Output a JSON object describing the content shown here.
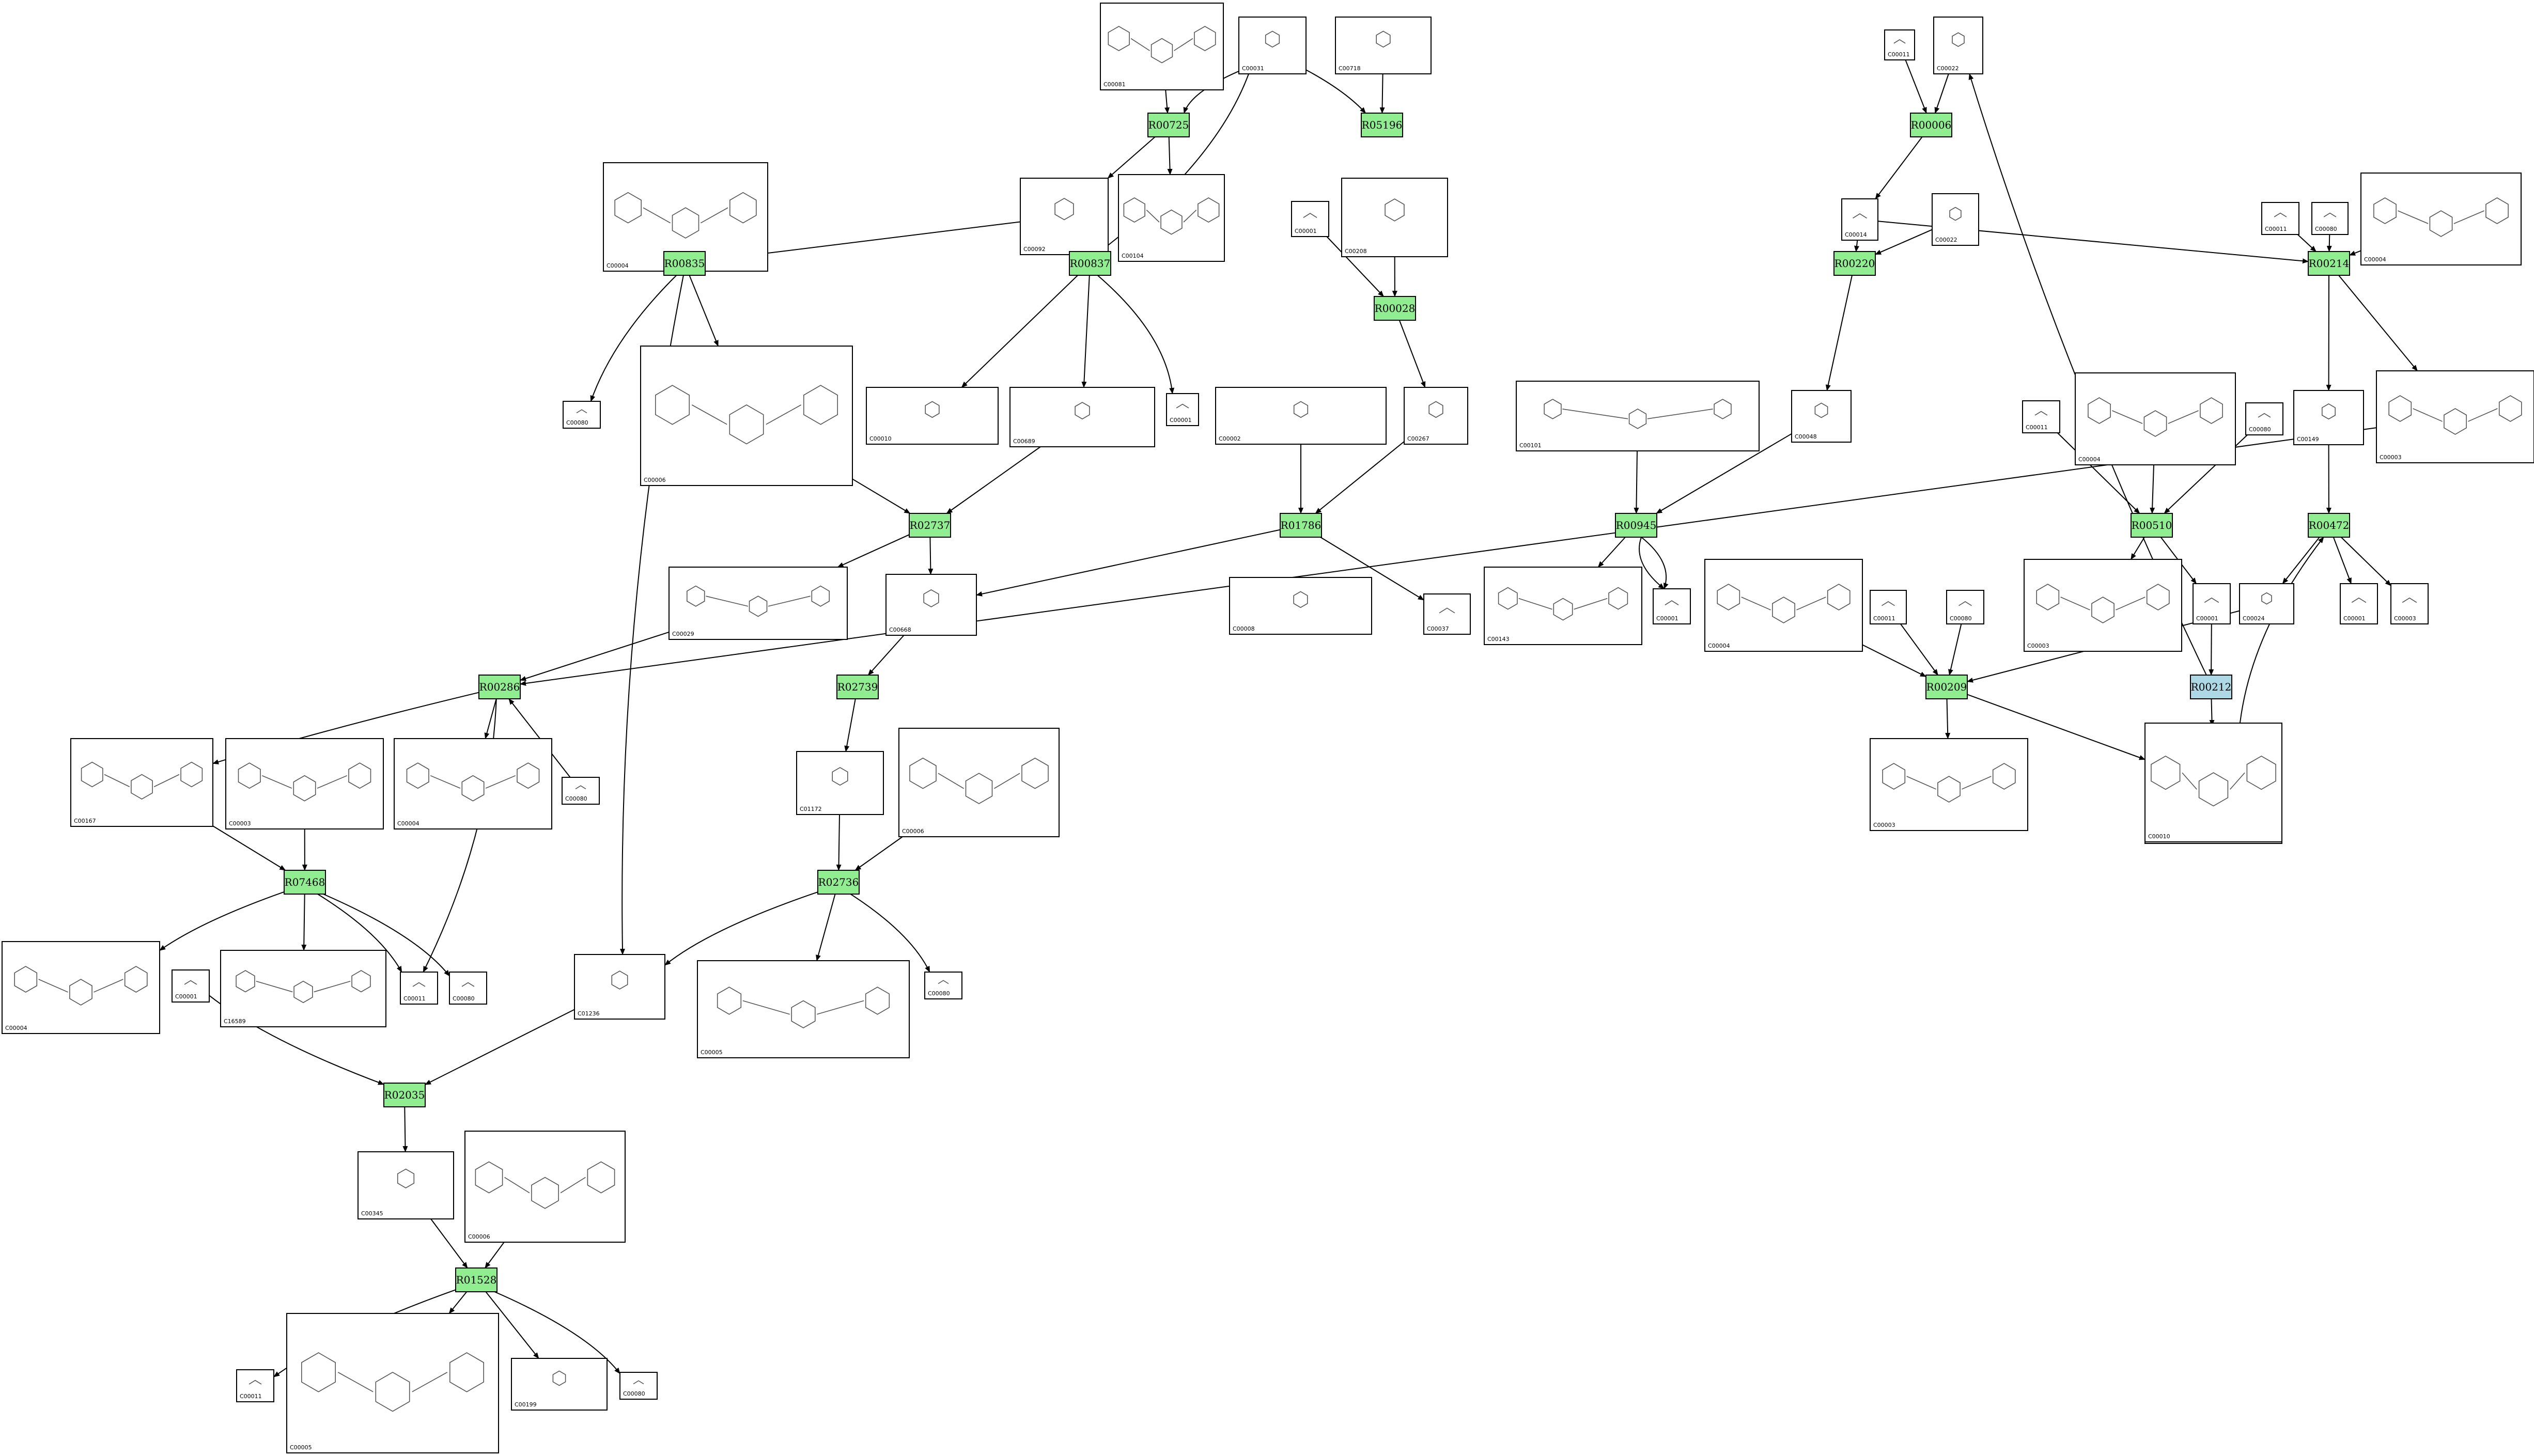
{
  "diagram": {
    "colors": {
      "reaction_fill": "#90ee90",
      "reaction_highlight_fill": "#add8e6",
      "edge": "#000000",
      "box_stroke": "#000000"
    },
    "reactions": [
      {
        "id": "R00725",
        "highlight": false
      },
      {
        "id": "R05196",
        "highlight": false
      },
      {
        "id": "R00006",
        "highlight": false
      },
      {
        "id": "R00835",
        "highlight": false
      },
      {
        "id": "R00837",
        "highlight": false
      },
      {
        "id": "R00028",
        "highlight": false
      },
      {
        "id": "R00220",
        "highlight": false
      },
      {
        "id": "R00214",
        "highlight": false
      },
      {
        "id": "R02737",
        "highlight": false
      },
      {
        "id": "R01786",
        "highlight": false
      },
      {
        "id": "R00945",
        "highlight": false
      },
      {
        "id": "R00510",
        "highlight": false
      },
      {
        "id": "R00472",
        "highlight": false
      },
      {
        "id": "R00286",
        "highlight": false
      },
      {
        "id": "R02739",
        "highlight": false
      },
      {
        "id": "R00209",
        "highlight": false
      },
      {
        "id": "R00212",
        "highlight": true
      },
      {
        "id": "R07468",
        "highlight": false
      },
      {
        "id": "R02736",
        "highlight": false
      },
      {
        "id": "R02035",
        "highlight": false
      },
      {
        "id": "R01528",
        "highlight": false
      }
    ],
    "compounds": [
      {
        "id": "C00081"
      },
      {
        "id": "C00031"
      },
      {
        "id": "C00718"
      },
      {
        "id": "C00011"
      },
      {
        "id": "C00022"
      },
      {
        "id": "C00092"
      },
      {
        "id": "C00104"
      },
      {
        "id": "C00004"
      },
      {
        "id": "C00001"
      },
      {
        "id": "C00208"
      },
      {
        "id": "C00014"
      },
      {
        "id": "C00022"
      },
      {
        "id": "C00011"
      },
      {
        "id": "C00080"
      },
      {
        "id": "C00004"
      },
      {
        "id": "C00080"
      },
      {
        "id": "C00006"
      },
      {
        "id": "C00010"
      },
      {
        "id": "C00689"
      },
      {
        "id": "C00001"
      },
      {
        "id": "C00002"
      },
      {
        "id": "C00267"
      },
      {
        "id": "C00101"
      },
      {
        "id": "C00048"
      },
      {
        "id": "C00149"
      },
      {
        "id": "C00003"
      },
      {
        "id": "C00004"
      },
      {
        "id": "C00011"
      },
      {
        "id": "C00080"
      },
      {
        "id": "C00003"
      },
      {
        "id": "C00001"
      },
      {
        "id": "C00029"
      },
      {
        "id": "C00668"
      },
      {
        "id": "C00008"
      },
      {
        "id": "C00037"
      },
      {
        "id": "C00143"
      },
      {
        "id": "C00001"
      },
      {
        "id": "C00004"
      },
      {
        "id": "C00011"
      },
      {
        "id": "C00080"
      },
      {
        "id": "C00001"
      },
      {
        "id": "C00024"
      },
      {
        "id": "C00010"
      },
      {
        "id": "C00001"
      },
      {
        "id": "C00003"
      },
      {
        "id": "C00080"
      },
      {
        "id": "C00167"
      },
      {
        "id": "C00003"
      },
      {
        "id": "C00004"
      },
      {
        "id": "C01172"
      },
      {
        "id": "C00006"
      },
      {
        "id": "C00003"
      },
      {
        "id": "C00010"
      },
      {
        "id": "C00004"
      },
      {
        "id": "C00001"
      },
      {
        "id": "C16589"
      },
      {
        "id": "C00011"
      },
      {
        "id": "C00080"
      },
      {
        "id": "C01236"
      },
      {
        "id": "C00005"
      },
      {
        "id": "C00080"
      },
      {
        "id": "C00345"
      },
      {
        "id": "C00006"
      },
      {
        "id": "C00011"
      },
      {
        "id": "C00005"
      },
      {
        "id": "C00199"
      },
      {
        "id": "C00080"
      }
    ]
  }
}
